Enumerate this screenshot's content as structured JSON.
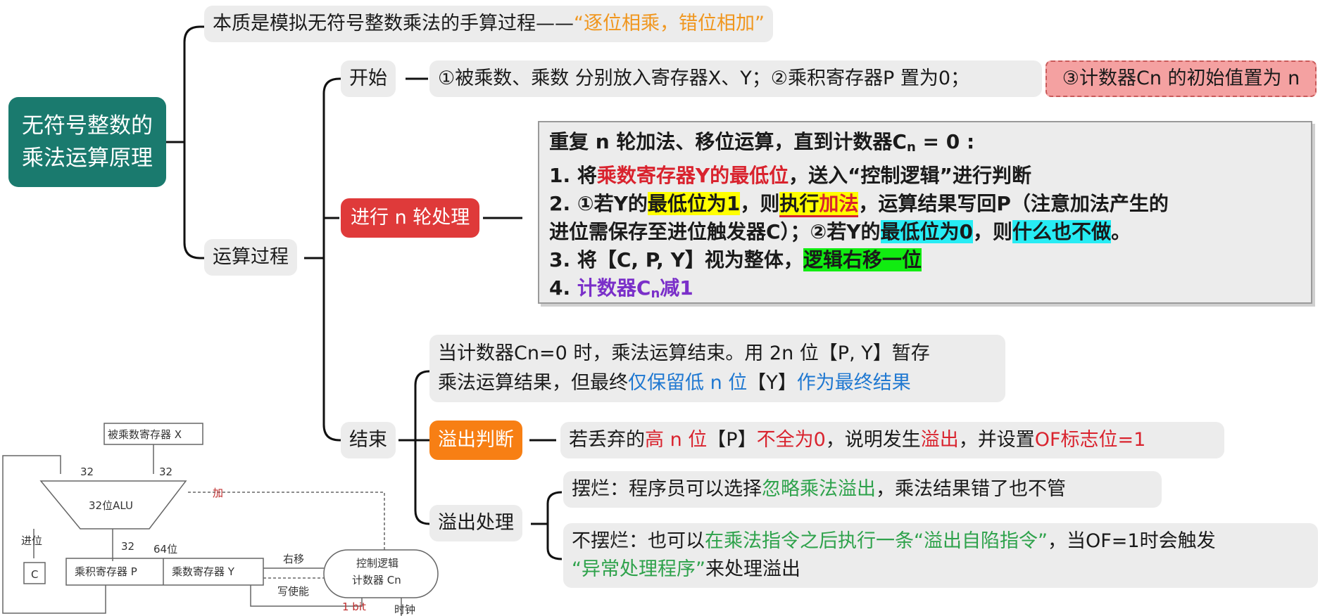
{
  "root": {
    "line1": "无符号整数的",
    "line2": "乘法运算原理"
  },
  "essence": {
    "prefix": "本质是模拟无符号整数乘法的手算过程——",
    "highlight": "“逐位相乘，错位相加”"
  },
  "process": {
    "label": "运算过程"
  },
  "start": {
    "label": "开始",
    "text": "①被乘数、乘数 分别放入寄存器X、Y；②乘积寄存器P 置为0；",
    "counter_init": "③计数器Cn 的初始值置为 n"
  },
  "rounds": {
    "label": "进行 n 轮处理",
    "l0a": "重复 n 轮加法、移位运算，直到计数器C",
    "l0sub": "n",
    "l0b": " = 0 :",
    "l1a": "1. 将",
    "l1red": "乘数寄存器Y的最低位",
    "l1b": "，送入“控制逻辑”进行判断",
    "l2a": "2. ①若Y的",
    "l2hl1": "最低位为1",
    "l2b": "，则",
    "l2hl2": "执行",
    "l2hl2red": "加法",
    "l2c": "，运算结果写回P（注意加法产生的",
    "l3a": "进位需保存至进位触发器C）；②若Y的",
    "l3hl": "最低位为0",
    "l3b": "，则",
    "l3hl2": "什么也不做",
    "l3c": "。",
    "l4a": "3. 将【C, P, Y】视为整体，",
    "l4hl": "逻辑右移一位",
    "l5a": "4. ",
    "l5purple": "计数器C",
    "l5sub": "n",
    "l5purple2": "减1"
  },
  "end": {
    "label": "结束",
    "desc1": "当计数器Cn=0 时，乘法运算结束。用 2n 位【P, Y】暂存",
    "desc2a": "乘法运算结果，但最终",
    "desc2blue1": "仅保留低 n 位",
    "desc2b": "【Y】",
    "desc2blue2": "作为最终结果"
  },
  "overflow_check": {
    "label": "溢出判断",
    "a": "若丢弃的",
    "red1": "高 n 位",
    "b": "【P】",
    "red2": "不全为0",
    "c": "，说明发生",
    "red3": "溢出",
    "d": "，并设置",
    "red4": "OF标志位=1"
  },
  "overflow_handle": {
    "label": "溢出处理",
    "opt1a": "摆烂：程序员可以选择",
    "opt1green": "忽略乘法溢出",
    "opt1b": "，乘法结果错了也不管",
    "opt2a": "不摆烂：也可以",
    "opt2green": "在乘法指令之后执行一条“溢出自陷指令”",
    "opt2b": "，当OF=1时会触发",
    "opt2green2": "“异常处理程序”",
    "opt2c": "来处理溢出"
  },
  "diagram": {
    "reg_x": "被乘数寄存器 X",
    "alu": "32位ALU",
    "w1": "32",
    "w2": "32",
    "w3": "32",
    "add": "加",
    "carry": "进位",
    "c": "C",
    "bits64": "64位",
    "reg_p": "乘积寄存器 P",
    "reg_y": "乘数寄存器 Y",
    "shift": "右移",
    "write": "写使能",
    "ctrl1": "控制逻辑",
    "ctrl2": "计数器 Cn",
    "bit1": "1 bit",
    "clock": "时钟"
  }
}
